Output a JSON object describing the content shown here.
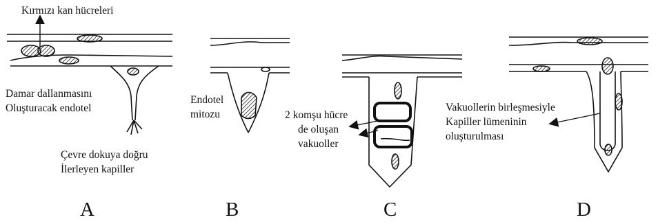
{
  "labels": {
    "rbc": "Kırmızı kan hücreleri",
    "branch_line1": "Damar dallanmasını",
    "branch_line2": "Oluşturacak endotel",
    "advancing_line1": "Çevre dokuya doğru",
    "advancing_line2": "İlerleyen kapiller",
    "mitosis_line1": "Endotel",
    "mitosis_line2": "mitozu",
    "vacuoles_line1": "2 komşu hücre",
    "vacuoles_line2": "de oluşan",
    "vacuoles_line3": "vakuoller",
    "lumen_line1": "Vakuollerin birleşmesiyle",
    "lumen_line2": "Kapiller lümeninin",
    "lumen_line3": "oluşturulması"
  },
  "panels": [
    "A",
    "B",
    "C",
    "D"
  ]
}
